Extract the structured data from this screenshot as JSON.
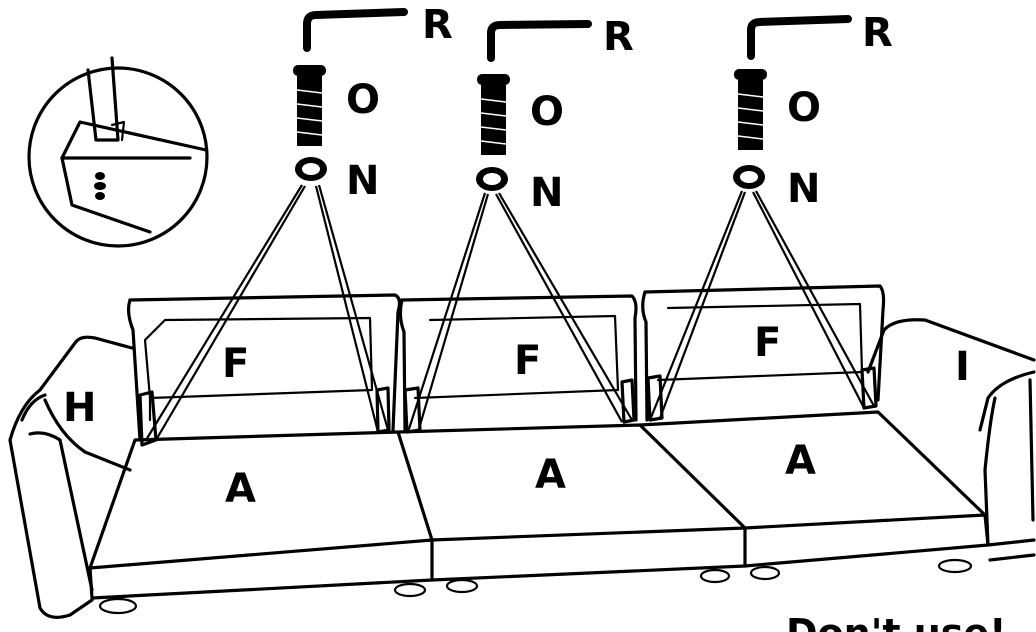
{
  "labels": {
    "hex_key": "R",
    "bolt": "O",
    "washer": "N",
    "backrest": "F",
    "seat": "A",
    "left_arm": "H",
    "right_arm": "I"
  },
  "warning": "Don't use!"
}
